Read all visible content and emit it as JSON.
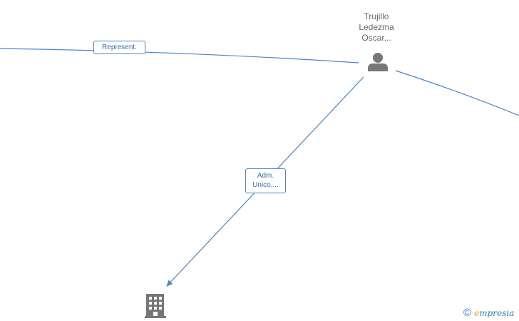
{
  "person": {
    "name_lines": [
      "Trujillo",
      "Ledezma",
      "Oscar..."
    ],
    "icon": "person-icon"
  },
  "company": {
    "icon": "building-icon"
  },
  "edges": {
    "represent_label": "Represent.",
    "adm_label_lines": [
      "Adm.",
      "Unico,..."
    ]
  },
  "watermark": {
    "copyright_symbol": "©",
    "brand_initial": "e",
    "brand_rest": "mpresia"
  },
  "colors": {
    "edge": "#4a86c8",
    "node_icon": "#777777",
    "brand": "#2f7fb8",
    "brand_accent": "#f0a020"
  }
}
